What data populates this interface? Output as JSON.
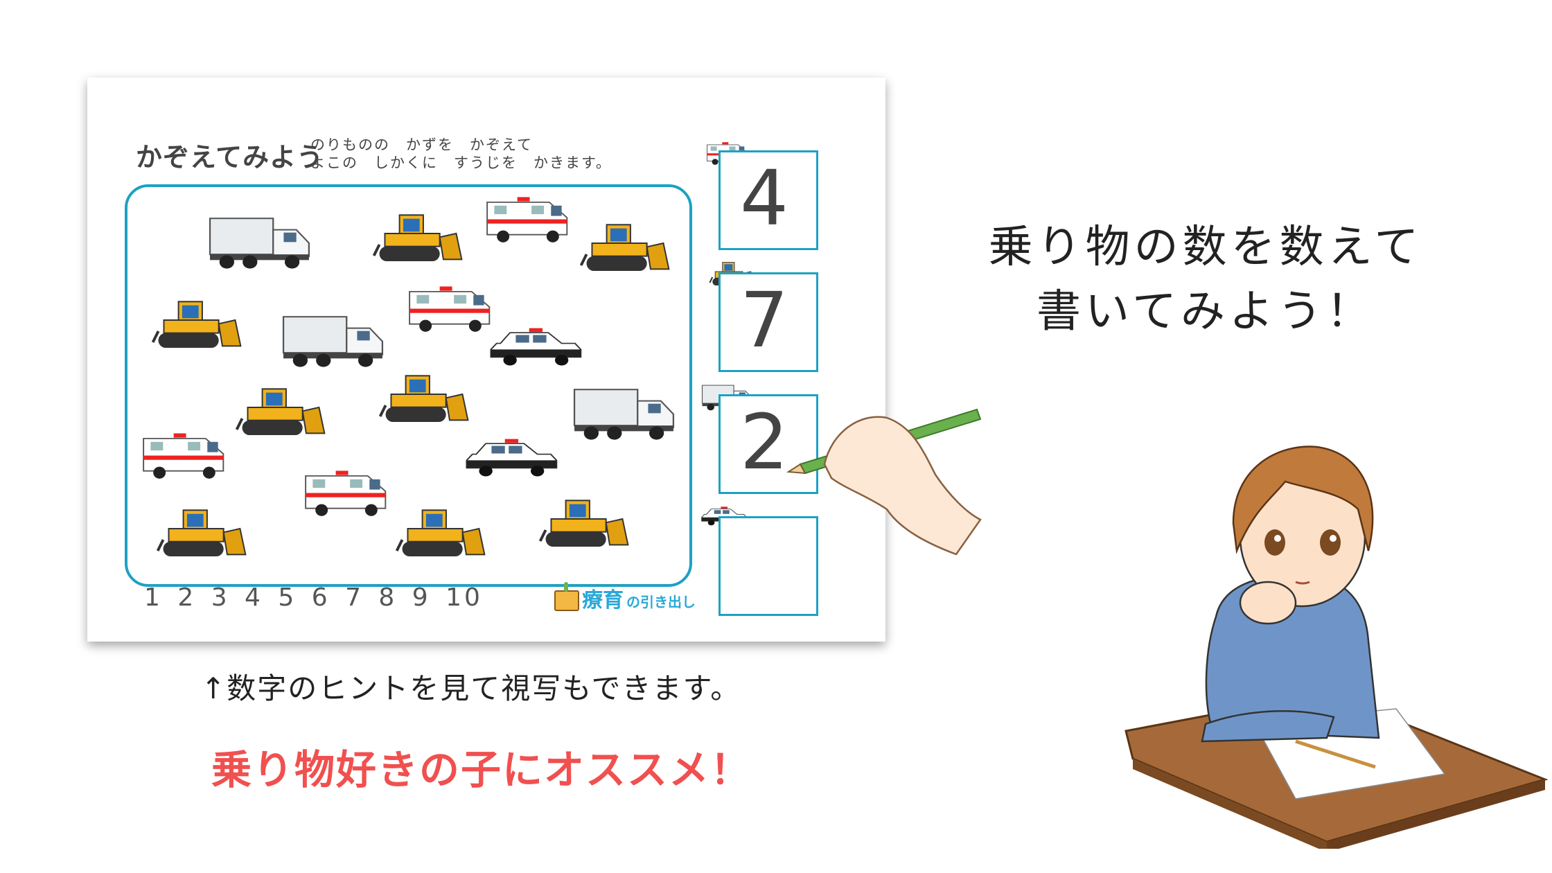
{
  "worksheet": {
    "title": "かぞえてみよう",
    "instructions": "のりものの　かずを　かぞえて\nよこの　しかくに　すうじを　かきます。",
    "number_hint": "1 2 3 4 5 6 7 8 9 10",
    "logo_main": "療育",
    "logo_sub": "の引き出し",
    "vehicles": [
      "truck",
      "bulldozer",
      "ambulance",
      "bulldozer",
      "bulldozer",
      "truck",
      "ambulance",
      "police-car",
      "bulldozer",
      "bulldozer",
      "truck",
      "ambulance",
      "police-car",
      "ambulance",
      "bulldozer",
      "bulldozer",
      "bulldozer"
    ],
    "answers": [
      {
        "vehicle": "ambulance",
        "value": "4"
      },
      {
        "vehicle": "bulldozer",
        "value": "7"
      },
      {
        "vehicle": "truck",
        "value": "2"
      },
      {
        "vehicle": "police-car",
        "value": ""
      }
    ]
  },
  "headline": {
    "line1": "乗り物の数を数えて",
    "line2": "書いてみよう！"
  },
  "caption": "↑数字のヒントを見て視写もできます。",
  "promo": "乗り物好きの子にオススメ！",
  "colors": {
    "frame": "#1da1c4",
    "promo": "#f0504f"
  }
}
